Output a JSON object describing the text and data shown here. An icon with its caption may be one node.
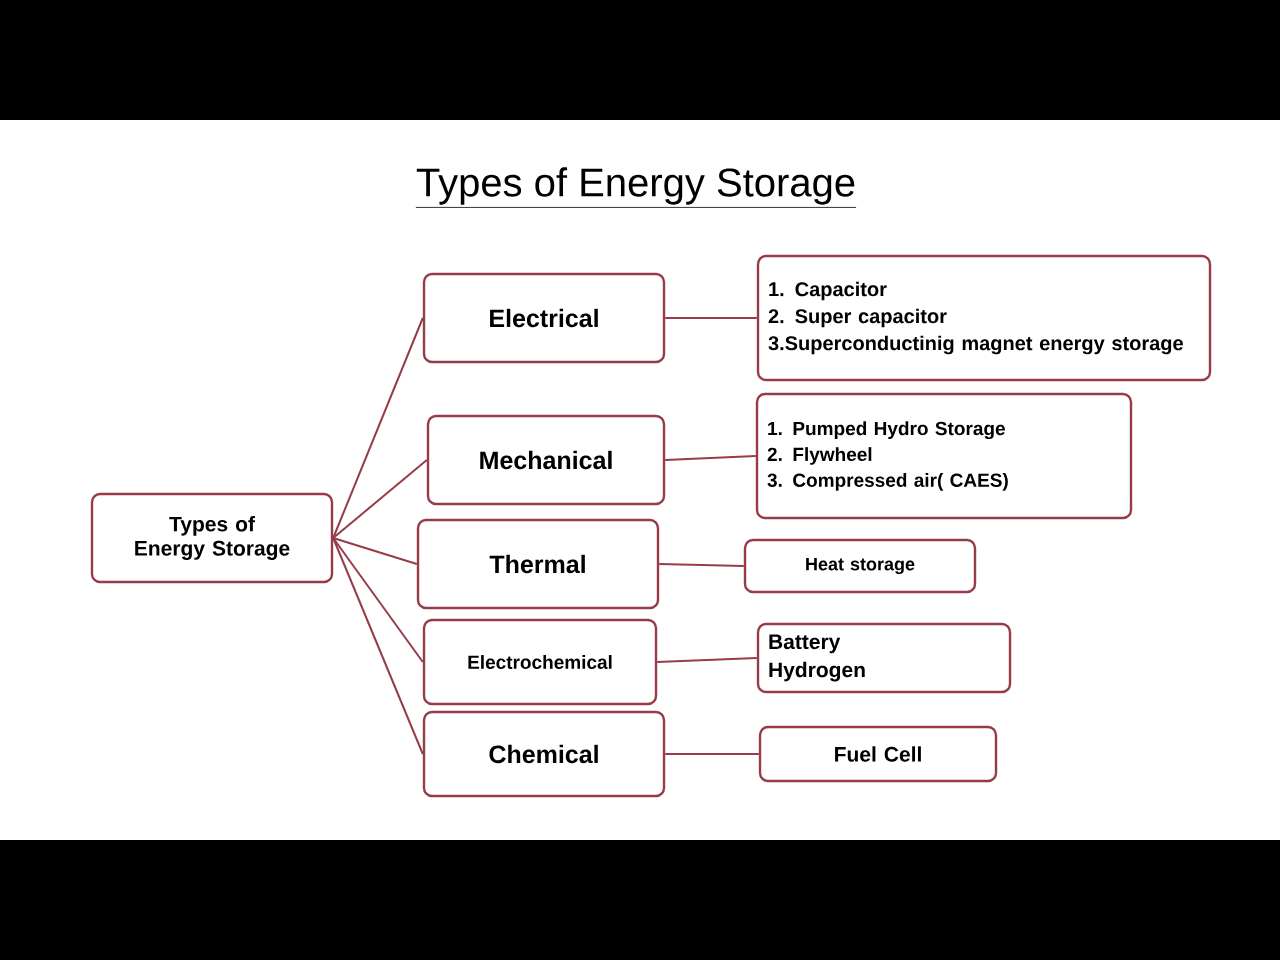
{
  "diagram": {
    "title": "Types of Energy Storage",
    "nodes": [
      {
        "text": [
          "Types of Energy Storage"
        ]
      },
      {
        "text": [
          "Electrical"
        ]
      },
      {
        "text": [
          "Mechanical"
        ]
      },
      {
        "text": [
          "Thermal"
        ]
      },
      {
        "text": [
          "Electrochemical"
        ]
      },
      {
        "text": [
          "Chemical"
        ]
      },
      {
        "text": [
          "1. Capacitor",
          "2. Super capacitor",
          "3.Superconductinig magnet energy storage"
        ]
      },
      {
        "text": [
          "1. Pumped Hydro Storage",
          "2. Flywheel",
          "3. Compressed air( CAES)"
        ]
      },
      {
        "text": [
          "Heat storage"
        ]
      },
      {
        "text": [
          "Battery",
          "Hydrogen"
        ]
      },
      {
        "text": [
          "Fuel Cell"
        ]
      }
    ],
    "edges": [
      {
        "from": 0,
        "to": 1,
        "arrow": "none"
      },
      {
        "from": 0,
        "to": 2,
        "arrow": "none"
      },
      {
        "from": 0,
        "to": 3,
        "arrow": "none"
      },
      {
        "from": 0,
        "to": 4,
        "arrow": "none"
      },
      {
        "from": 0,
        "to": 5,
        "arrow": "none"
      },
      {
        "from": 1,
        "to": 6,
        "arrow": "none"
      },
      {
        "from": 2,
        "to": 7,
        "arrow": "none"
      },
      {
        "from": 3,
        "to": 8,
        "arrow": "none"
      },
      {
        "from": 4,
        "to": 9,
        "arrow": "none"
      },
      {
        "from": 5,
        "to": 10,
        "arrow": "none"
      }
    ]
  }
}
